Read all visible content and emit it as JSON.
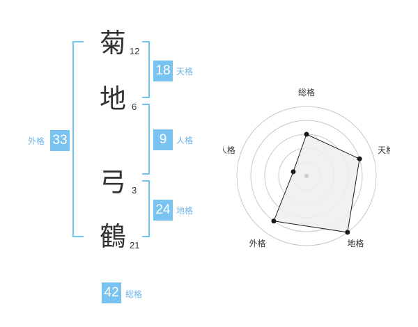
{
  "colors": {
    "accent": "#79c3f1",
    "label": "#6bb5e8",
    "text": "#333333",
    "grid": "#c7c7c7",
    "fill": "#efefef",
    "outline": "#1a1a1a"
  },
  "name": {
    "characters": [
      {
        "char": "菊",
        "strokes": "12"
      },
      {
        "char": "地",
        "strokes": "6"
      },
      {
        "char": "弓",
        "strokes": "3"
      },
      {
        "char": "鶴",
        "strokes": "21"
      }
    ]
  },
  "fortune": {
    "tenkaku": {
      "value": "18",
      "label": "天格"
    },
    "jinkaku": {
      "value": "9",
      "label": "人格"
    },
    "chikaku": {
      "value": "24",
      "label": "地格"
    },
    "gaikaku": {
      "value": "33",
      "label": "外格"
    },
    "soukaku": {
      "value": "42",
      "label": "総格"
    }
  },
  "chart_data": {
    "type": "radar",
    "axes": [
      "総格",
      "天格",
      "地格",
      "外格",
      "人格"
    ],
    "values": [
      3,
      4,
      5,
      4,
      1
    ],
    "rmax": 5,
    "grid_rings": 5
  }
}
